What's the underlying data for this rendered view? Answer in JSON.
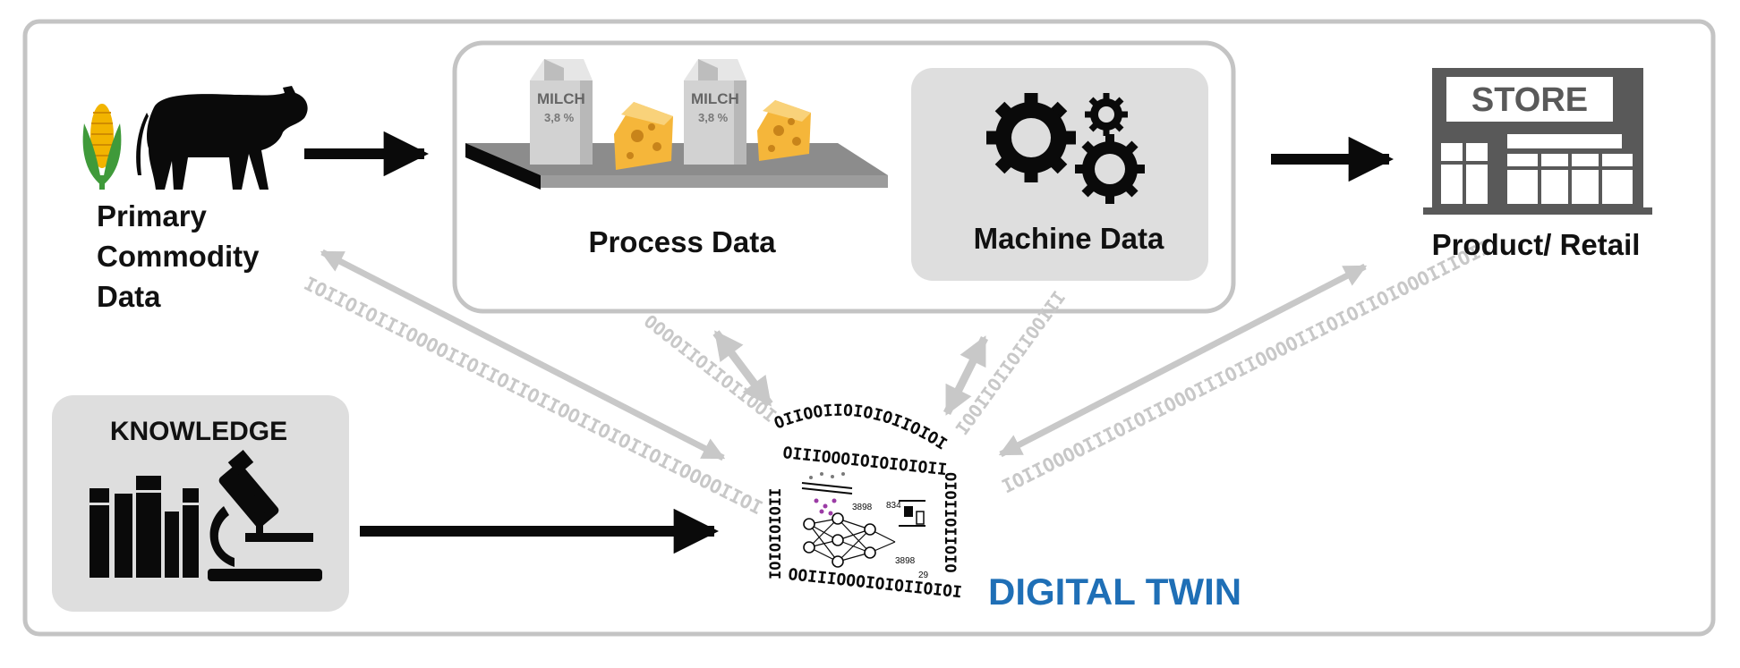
{
  "colors": {
    "frame": "#c4c4c4",
    "panel": "#dedede",
    "arrow_dark": "#0a0a0a",
    "arrow_light": "#c8c8c8",
    "digital_twin": "#1f6fb6",
    "cheese": "#f5b63a",
    "carton": "#d2d2d2",
    "corn": "#f2b400",
    "leaf": "#3f9a3a"
  },
  "labels": {
    "primary_line1": "Primary",
    "primary_line2": "Commodity",
    "primary_line3": "Data",
    "process": "Process Data",
    "machine": "Machine Data",
    "retail": "Product/ Retail",
    "store_sign": "STORE",
    "knowledge": "KNOWLEDGE",
    "digital_twin": "DIGITAL TWIN",
    "carton_brand": "MILCH",
    "carton_fat": "3,8 %"
  },
  "binary": {
    "left_stream": "IOIIOIOIIIOOOOIIOIIOIIOIIOOIIOIOIIOIIOOOOIIOI",
    "top_left_stream": "OOOOIIOIIOIIOOI",
    "top_right_stream": "IOOIIOIIOIIOOIII",
    "right_stream": "IOIIOOOOIIIOIOIIOOOIIIOIIOOOOIIIOIOIIOIOOOIIIOII",
    "twin_top": "OIIOOIIOIOIOIIOIOIIOI",
    "twin_row1": "OIIIOOOIOIOIOIOII",
    "twin_left": "IOIOIOIOII",
    "twin_right": "OIOIIOIIOIO",
    "twin_bottom": "OOIIIOOOIOIOIIOIOI",
    "net_num1": "3898",
    "net_num2": "834",
    "net_num3": "3898",
    "net_num4": "29"
  }
}
